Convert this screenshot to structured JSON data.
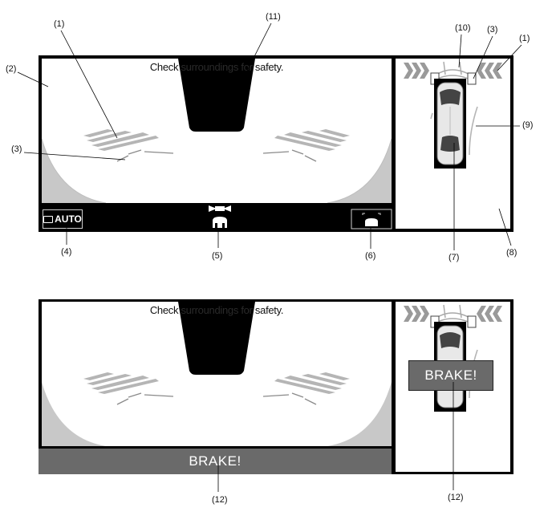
{
  "top": {
    "message_pre": "Check ",
    "message_hl": "surroundings for",
    "message_post": " safety.",
    "auto_label": "AUTO"
  },
  "bottom": {
    "message_pre": "Check ",
    "message_hl": "surroundings for",
    "message_post": " safety.",
    "brake_bar_label": "BRAKE!",
    "brake_box_label": "BRAKE!"
  },
  "callouts": {
    "c1a": "(1)",
    "c11": "(11)",
    "c10": "(10)",
    "c3b": "(3)",
    "c1b": "(1)",
    "c2": "(2)",
    "c9": "(9)",
    "c3a": "(3)",
    "c4": "(4)",
    "c5": "(5)",
    "c6": "(6)",
    "c7": "(7)",
    "c8": "(8)",
    "c12a": "(12)",
    "c12b": "(12)"
  },
  "colors": {
    "screen": "#000000",
    "guide": "#b5b5b5",
    "brake_fill": "#6a6a6a",
    "sensor_chevron": "#9a9a9a"
  }
}
